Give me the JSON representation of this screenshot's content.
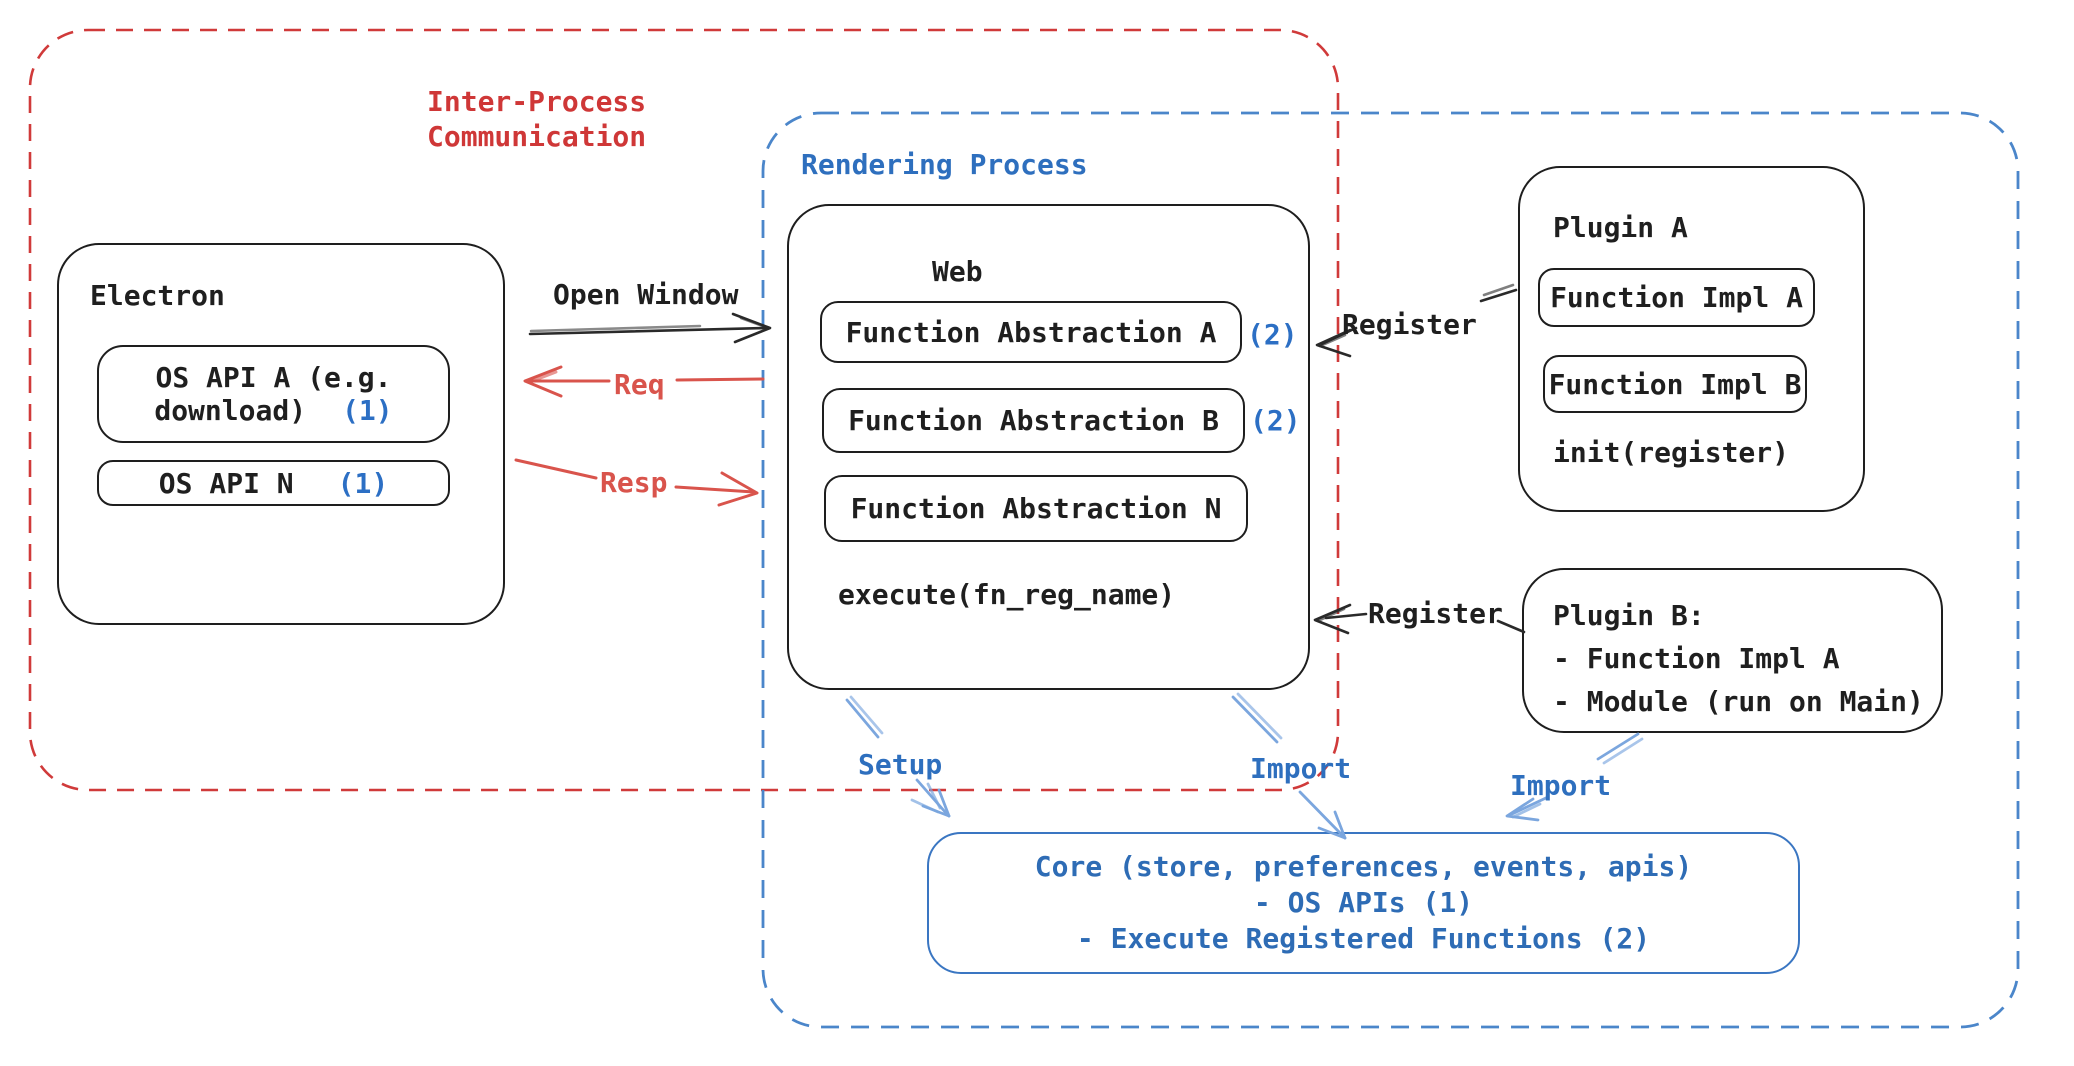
{
  "colors": {
    "ipc_red": "#cf3737",
    "req_resp_red": "#d9544c",
    "blue_label": "#2e6fbe",
    "blue_border": "#4b86ca",
    "light_blue_arrow": "#7ba6de",
    "black": "#1e1e1e"
  },
  "ipc": {
    "line1": "Inter-Process",
    "line2": "Communication"
  },
  "rendering": {
    "label": "Rendering Process"
  },
  "electron": {
    "title": "Electron",
    "os_api_a_line1": "OS API A (e.g.",
    "os_api_a_line2": "download)",
    "os_api_a_badge": "(1)",
    "os_api_n": "OS API N",
    "os_api_n_badge": "(1)"
  },
  "web": {
    "title": "Web",
    "fa_a": "Function Abstraction A",
    "fa_a_badge": "(2)",
    "fa_b": "Function Abstraction B",
    "fa_b_badge": "(2)",
    "fa_n": "Function Abstraction N",
    "execute": "execute(fn_reg_name)"
  },
  "plugin_a": {
    "title": "Plugin A",
    "impl_a": "Function Impl A",
    "impl_b": "Function Impl B",
    "init": "init(register)"
  },
  "plugin_b": {
    "line1": "Plugin B:",
    "line2": "- Function Impl A",
    "line3": "- Module (run on Main)"
  },
  "core": {
    "line1": "Core (store, preferences, events, apis)",
    "line2": "- OS APIs (1)",
    "line3": "- Execute Registered Functions (2)"
  },
  "arrows": {
    "open_window": "Open Window",
    "req": "Req",
    "resp": "Resp",
    "register_top": "Register",
    "register_bottom": "Register",
    "setup": "Setup",
    "import_web": "Import",
    "import_plugin": "Import"
  }
}
